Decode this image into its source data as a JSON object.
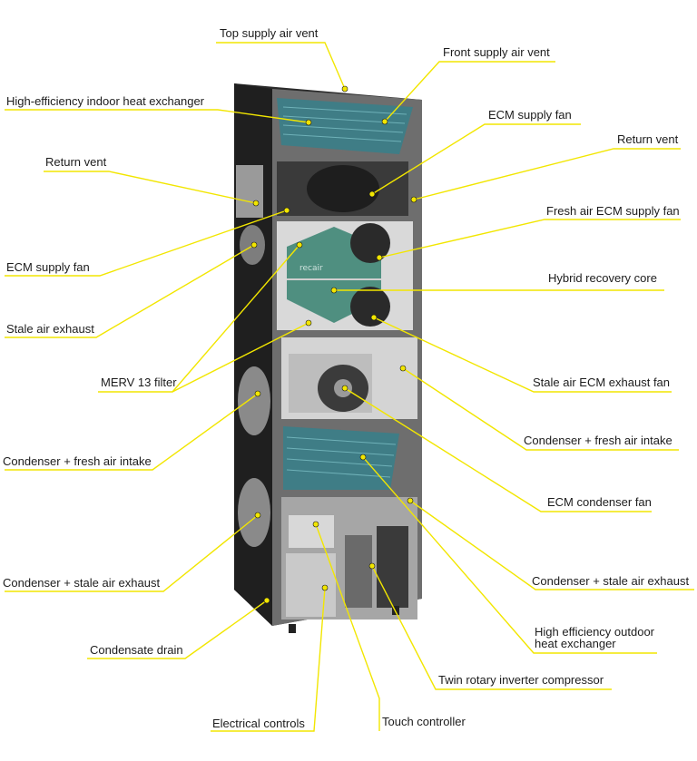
{
  "labels": {
    "top_supply_air_vent": "Top supply air vent",
    "front_supply_air_vent": "Front supply air vent",
    "high_efficiency_indoor_heat_exchanger": "High-efficiency indoor heat exchanger",
    "ecm_supply_fan_right": "ECM supply fan",
    "return_vent_right": "Return vent",
    "return_vent_left": "Return vent",
    "fresh_air_ecm_supply_fan": "Fresh air ECM supply fan",
    "ecm_supply_fan_left": "ECM supply fan",
    "hybrid_recovery_core": "Hybrid recovery core",
    "stale_air_exhaust": "Stale air exhaust",
    "stale_air_ecm_exhaust_fan": "Stale air ECM exhaust fan",
    "merv_13_filter": "MERV 13 filter",
    "condenser_fresh_air_intake_right": "Condenser + fresh air intake",
    "condenser_fresh_air_intake_left": "Condenser + fresh air intake",
    "ecm_condenser_fan": "ECM condenser fan",
    "condenser_stale_air_exhaust_right": "Condenser + stale air exhaust",
    "condenser_stale_air_exhaust_left": "Condenser + stale air exhaust",
    "high_efficiency_outdoor_heat_exchanger_line1": "High efficiency outdoor",
    "high_efficiency_outdoor_heat_exchanger_line2": "heat exchanger",
    "condensate_drain": "Condensate drain",
    "twin_rotary_inverter_compressor": "Twin rotary inverter compressor",
    "electrical_controls": "Electrical controls",
    "touch_controller": "Touch controller"
  },
  "brand_logo_text": "recair",
  "colors": {
    "leader": "#f2e600",
    "cabinet_dark": "#2b2b2b",
    "panel_grey": "#8c8c8c",
    "core_green": "#4f8f80",
    "coil_teal": "#3f7d86"
  }
}
